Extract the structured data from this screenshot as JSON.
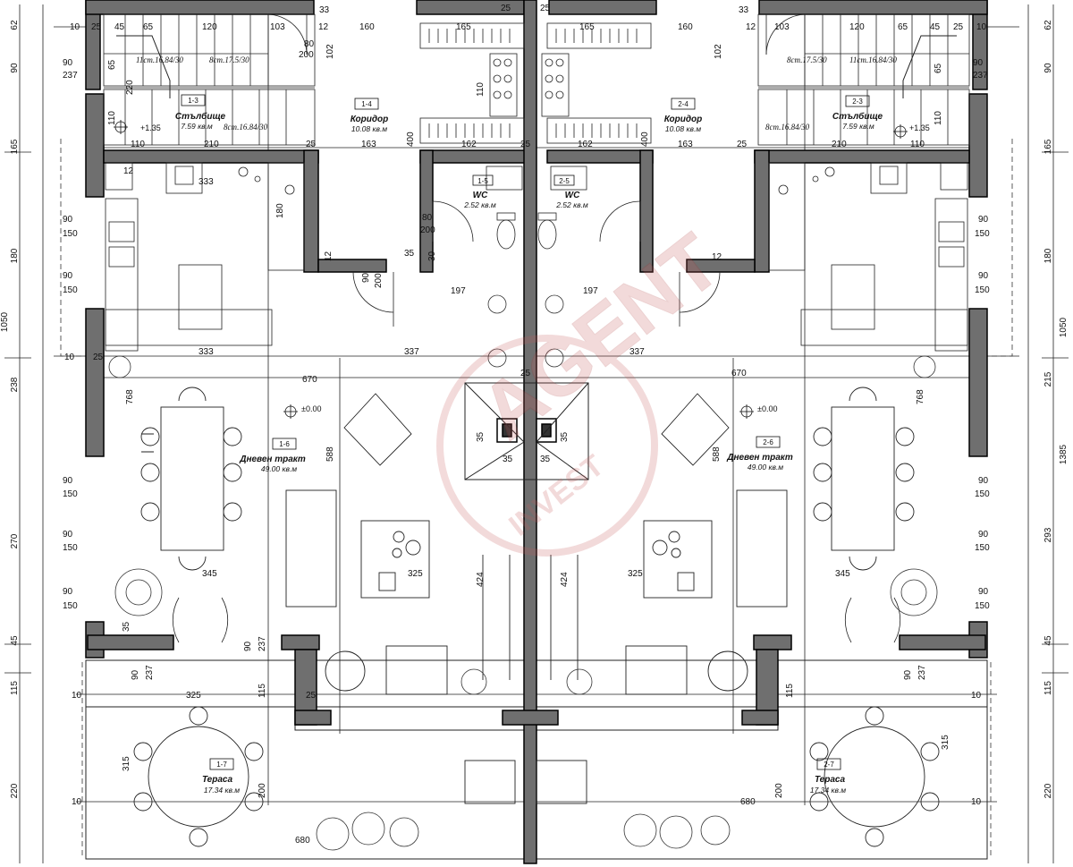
{
  "rooms": {
    "stair_left": {
      "num": "1-3",
      "name": "Стълбище",
      "area": "7.59 кв.м"
    },
    "corridor_left": {
      "num": "1-4",
      "name": "Коридор",
      "area": "10.08 кв.м"
    },
    "wc_left": {
      "num": "1-5",
      "name": "WC",
      "area": "2.52 кв.м"
    },
    "wc_right": {
      "num": "2-5",
      "name": "WC",
      "area": "2.52 кв.м"
    },
    "corridor_right": {
      "num": "2-4",
      "name": "Коридор",
      "area": "10.08 кв.м"
    },
    "stair_right": {
      "num": "2-3",
      "name": "Стълбище",
      "area": "7.59 кв.м"
    },
    "living_left": {
      "num": "1-6",
      "name": "Дневен тракт",
      "area": "49.00 кв.м"
    },
    "living_right": {
      "num": "2-6",
      "name": "Дневен тракт",
      "area": "49.00 кв.м"
    },
    "terrace_left": {
      "num": "1-7",
      "name": "Тераса",
      "area": "17.34 кв.м"
    },
    "terrace_right": {
      "num": "2-7",
      "name": "Тераса",
      "area": "17.34 кв.м"
    }
  },
  "levels": {
    "stair_left": "+1.35",
    "stair_right": "+1.35",
    "living_left": "±0.00",
    "living_right": "±0.00"
  },
  "stair_notes": {
    "left_a": "11ст.16.84/30",
    "left_b": "8ст.17.5/30",
    "left_c": "8ст.16.84/30",
    "right_a": "8ст.17.5/30",
    "right_b": "11ст.16.84/30",
    "right_c": "8ст.16.84/30"
  },
  "watermark": {
    "brand": "AGENT",
    "sub": "INVEST"
  },
  "left_dims": [
    "62",
    "90",
    "165",
    "180",
    "238",
    "270",
    "45",
    "115",
    "220",
    "1050"
  ],
  "right_dims": [
    "62",
    "90",
    "165",
    "180",
    "1050",
    "215",
    "293",
    "1385",
    "45",
    "115",
    "220"
  ],
  "inner_left_dims": [
    "90",
    "237",
    "90",
    "150",
    "90",
    "150",
    "10",
    "90",
    "150",
    "90",
    "150",
    "90",
    "150"
  ],
  "inner_right_dims": [
    "90",
    "237",
    "90",
    "150",
    "90",
    "150",
    "90",
    "150",
    "90",
    "150",
    "90",
    "150"
  ],
  "top_dims": [
    "10",
    "25",
    "45",
    "65",
    "120",
    "103",
    "12",
    "160",
    "165",
    "25",
    "25",
    "165",
    "160",
    "12",
    "103",
    "120",
    "65",
    "45",
    "25",
    "10",
    "33",
    "33"
  ],
  "row_dims": [
    "110",
    "210",
    "25",
    "163",
    "162",
    "25",
    "162",
    "163",
    "25",
    "210",
    "110"
  ],
  "misc_dims": [
    "12",
    "333",
    "180",
    "80",
    "200",
    "35",
    "30",
    "197",
    "197",
    "90",
    "200",
    "12",
    "333",
    "337",
    "337",
    "670",
    "670",
    "768",
    "768",
    "25",
    "35",
    "35",
    "35",
    "35",
    "588",
    "588",
    "345",
    "345",
    "325",
    "325",
    "424",
    "424",
    "35",
    "90",
    "237",
    "25",
    "325",
    "315",
    "200",
    "680",
    "680",
    "315",
    "200",
    "400",
    "400",
    "102",
    "102",
    "110",
    "110",
    "65",
    "65",
    "110",
    "220",
    "80",
    "200",
    "12",
    "25",
    "10",
    "10",
    "10",
    "10",
    "115",
    "115",
    "237",
    "237",
    "90",
    "90"
  ]
}
